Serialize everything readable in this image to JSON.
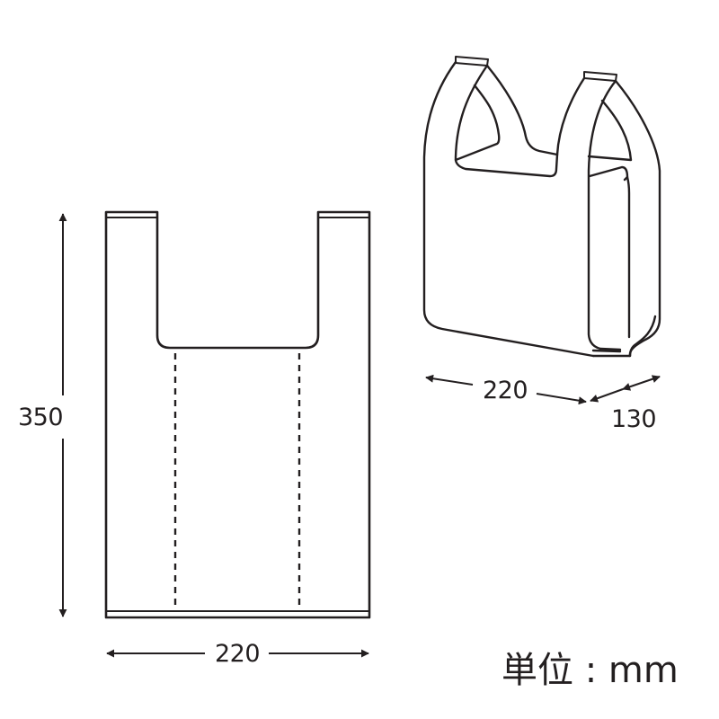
{
  "diagram": {
    "type": "product-dimension-drawing",
    "subject": "plastic shopping bag (T-shirt / regi-bukuro style)",
    "line_color": "#231f20",
    "flat_view": {
      "height_label": "350",
      "width_label": "220"
    },
    "perspective_view": {
      "width_label": "220",
      "gusset_label": "130"
    },
    "unit_label": "単位 : mm"
  }
}
